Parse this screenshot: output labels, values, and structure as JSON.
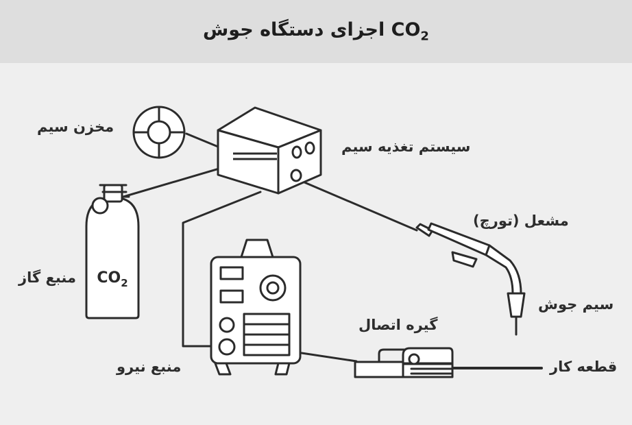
{
  "title": {
    "prefix": "اجزای دستگاه جوش",
    "co2_main": "CO",
    "co2_sub": "2"
  },
  "labels": {
    "wire_spool": "مخزن سیم",
    "wire_feeder": "سیستم تغذیه سیم",
    "torch": "مشعل (تورچ)",
    "gas_source": "منبع گاز",
    "welding_wire": "سیم جوش",
    "ground_clamp": "گیره اتصال",
    "power_source": "منبع نیرو",
    "workpiece": "قطعه کار"
  },
  "cylinder_text": {
    "main": "CO",
    "sub": "2"
  },
  "colors": {
    "stroke": "#2b2b2b",
    "background": "#efefef",
    "header": "#dedede",
    "fill": "#ffffff"
  }
}
